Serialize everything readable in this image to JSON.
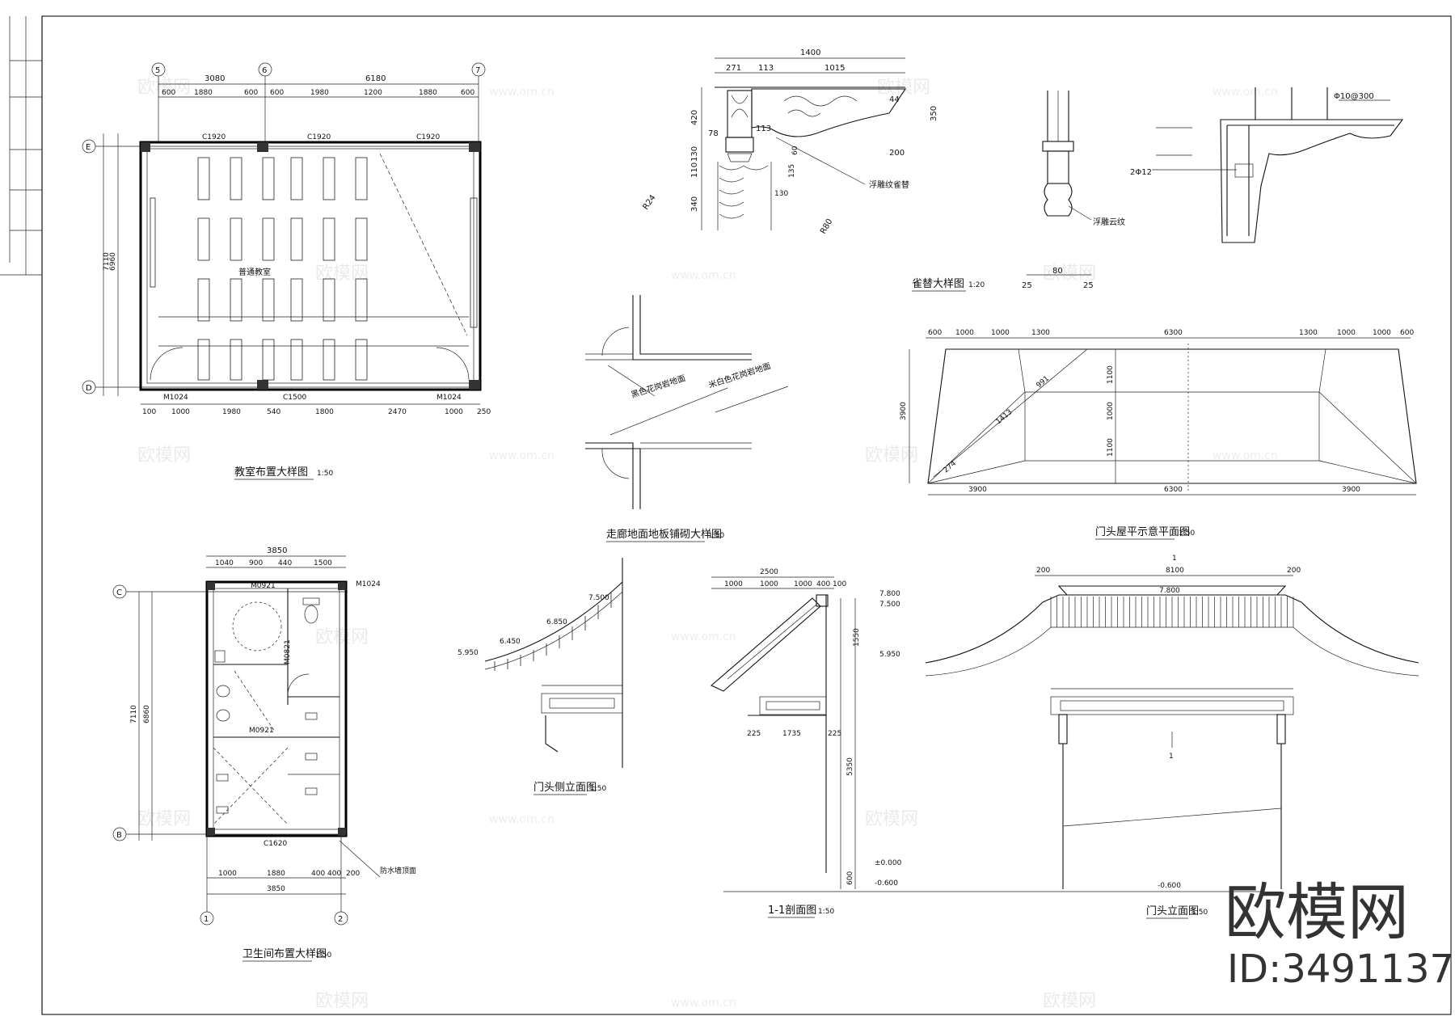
{
  "titles": {
    "classroom_plan": "教室布置大样图",
    "classroom_plan_scale": "1:50",
    "bracket_detail": "雀替大样图",
    "bracket_detail_scale": "1:20",
    "corridor_floor": "走廊地面地板铺砌大样图",
    "corridor_floor_scale": "1:50",
    "gate_roof_plan": "门头屋平示意平面图",
    "gate_roof_plan_scale": "1:50",
    "toilet_plan": "卫生间布置大样图",
    "toilet_plan_scale": "1:50",
    "gate_side_elev": "门头侧立面图",
    "gate_side_elev_scale": "1:50",
    "section_11": "1-1剖面图",
    "section_11_scale": "1:50",
    "gate_front_elev": "门头立面图",
    "gate_front_elev_scale": "1:50"
  },
  "labels": {
    "classroom": "普通教室",
    "carved_bracket": "浮雕纹雀替",
    "carved_cloud": "浮雕云纹",
    "floor_dark": "黑色花岗岩地面",
    "floor_light": "米白色花岗岩地面",
    "rebar_top": "Φ10@300",
    "rebar_bottom": "2Φ12",
    "toilet_label": "防水墙顶面",
    "door_m1024": "M1024",
    "door_m0921": "M0921",
    "door_m0821": "M0821",
    "window_c1920": "C1920",
    "window_c1500": "C1500",
    "window_c1620": "C1620"
  },
  "axes": {
    "classroom_top": [
      "5",
      "6",
      "7"
    ],
    "classroom_left": [
      "E",
      "D"
    ],
    "toilet_left": [
      "C",
      "B"
    ],
    "toilet_bottom": [
      "1",
      "2"
    ]
  },
  "dims": {
    "classroom_total": "6180",
    "classroom_a": "3080",
    "classroom_top": [
      "600",
      "1880",
      "600",
      "600",
      "1980",
      "1200",
      "1880",
      "600"
    ],
    "classroom_left": "7110",
    "classroom_left_inner": "6960",
    "classroom_bottom": [
      "100",
      "1000",
      "1980",
      "540",
      "1800",
      "2470",
      "1000",
      "250"
    ],
    "bracket_top": "1400",
    "bracket_parts": [
      "271",
      "113",
      "1015"
    ],
    "bracket_left": [
      "420",
      "78",
      "130",
      "110",
      "340"
    ],
    "bracket_misc": [
      "113",
      "200",
      "350",
      "44",
      "135",
      "60",
      "130",
      "R24",
      "R80"
    ],
    "bracket_post": [
      "25",
      "80",
      "25"
    ],
    "roof_top": [
      "600",
      "1000",
      "1000",
      "1300",
      "6300",
      "1300",
      "1000",
      "1000",
      "600"
    ],
    "roof_bottom": [
      "3900",
      "6300",
      "3900"
    ],
    "roof_left": "3900",
    "roof_inner": [
      "1100",
      "1000",
      "1100"
    ],
    "roof_diag": [
      "991",
      "1413",
      "274"
    ],
    "toilet_top": "3850",
    "toilet_top_parts": [
      "1040",
      "900",
      "440",
      "1500"
    ],
    "toilet_left": "7110",
    "toilet_left_inner": "6860",
    "toilet_bottom": [
      "1000",
      "1880",
      "400",
      "400",
      "200"
    ],
    "toilet_bottom_total": "3850",
    "section_top": "2500",
    "section_parts": [
      "1000",
      "1000",
      "1000",
      "400",
      "100"
    ],
    "section_levels": [
      "7.800",
      "7.500",
      "5.950",
      "±0.000",
      "-0.600"
    ],
    "section_vert": [
      "1550",
      "5350",
      "600"
    ],
    "section_bottom": [
      "225",
      "1735",
      "225"
    ],
    "side_levels": [
      "7.500",
      "6.850",
      "6.450",
      "5.950"
    ],
    "front_top": "8100",
    "front_ends": [
      "200",
      "200"
    ],
    "front_level": "7.800",
    "front_ground": "-0.600",
    "section_mark": "1"
  },
  "watermark": {
    "brand": "欧模网",
    "url": "www.om.cn",
    "logo": "欧模网",
    "id": "ID:3491137"
  }
}
